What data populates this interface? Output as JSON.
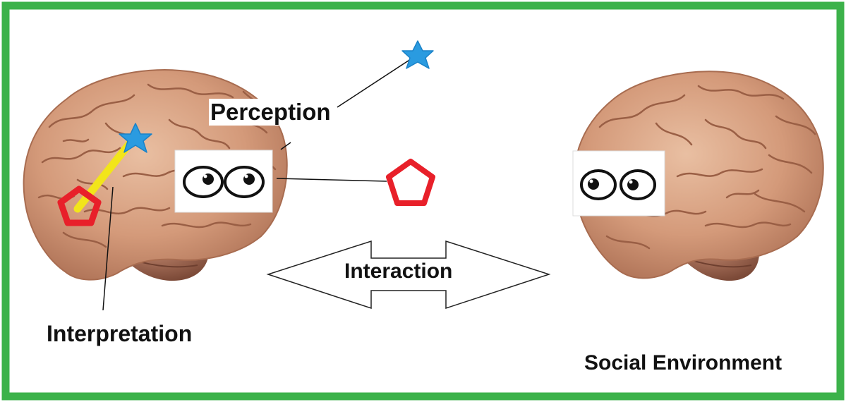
{
  "labels": {
    "perception": "Perception",
    "interaction": "Interaction",
    "interpretation": "Interpretation",
    "social_environment": "Social Environment"
  },
  "colors": {
    "frame": "#3cb24a",
    "pentagon": "#e8202a",
    "star": "#2a9be0",
    "connector": "#f2e51a",
    "brain": "#d9a07e",
    "brain_fold": "#9a5f45",
    "cerebellum": "#8e5a45"
  },
  "icons": [
    "brain-icon",
    "eyes-icon",
    "star-icon",
    "pentagon-icon",
    "double-arrow-icon"
  ]
}
